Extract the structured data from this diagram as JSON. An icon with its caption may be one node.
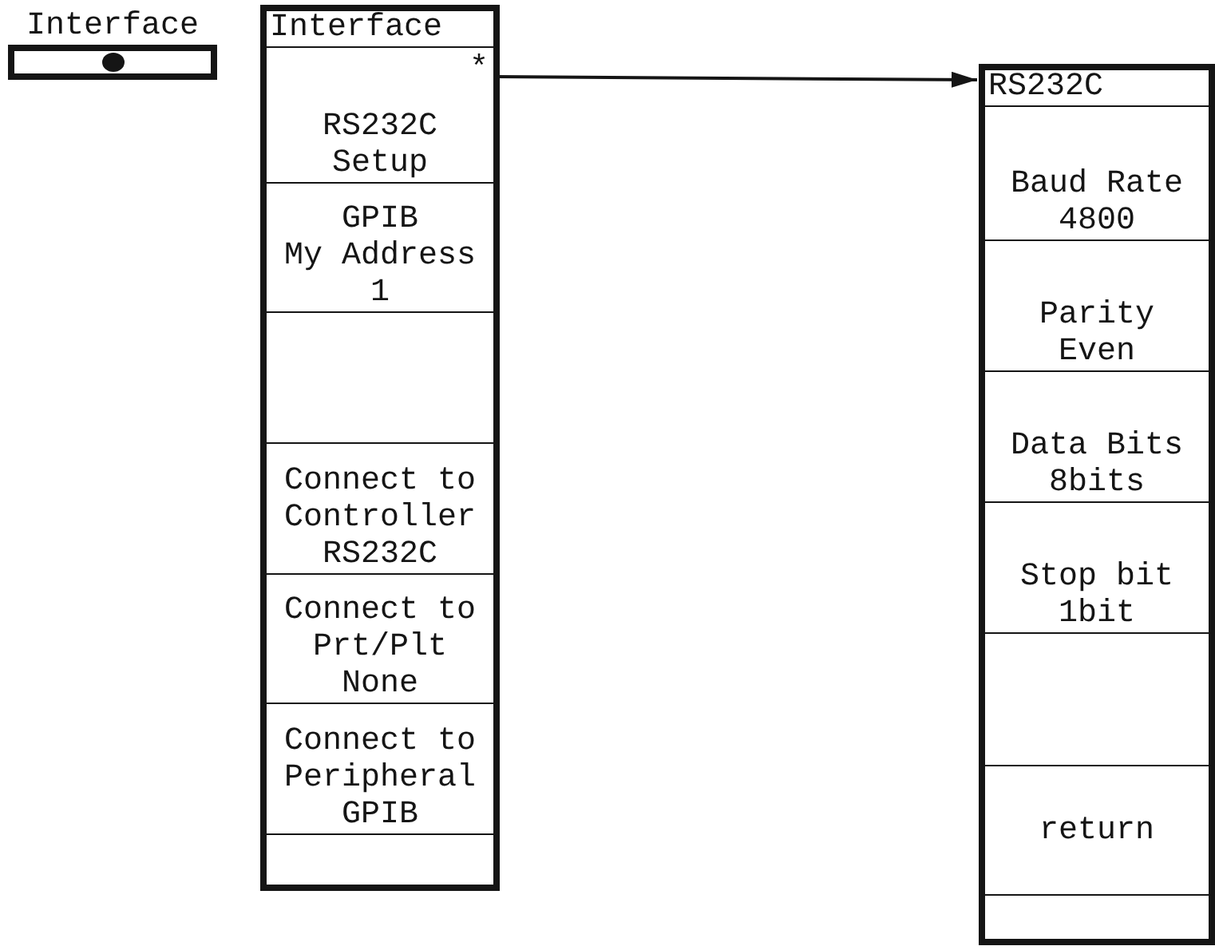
{
  "diagram": {
    "nodes": [
      {
        "text": [
          "Interface"
        ]
      },
      {
        "text": [
          "Interface"
        ]
      },
      {
        "text": [
          "*",
          "RS232C Setup"
        ],
        "in": 1
      },
      {
        "text": [
          "GPIB",
          "My Address",
          "1"
        ],
        "in": 1
      },
      {
        "text": [],
        "shape": "box",
        "in": 1
      },
      {
        "text": [
          "Connect to Controller",
          "RS232C"
        ],
        "in": 1
      },
      {
        "text": [
          "Connect to Prt/Plt",
          "None"
        ],
        "in": 1
      },
      {
        "text": [
          "Connect to Peripheral",
          "GPIB"
        ],
        "in": 1
      },
      {
        "text": [
          "RS232C"
        ]
      },
      {
        "text": [
          "Baud Rate",
          "4800"
        ],
        "in": 8
      },
      {
        "text": [
          "Parity",
          "Even"
        ],
        "in": 8
      },
      {
        "text": [
          "Data Bits",
          "8bits"
        ],
        "in": 8
      },
      {
        "text": [
          "Stop bit",
          "1bit"
        ],
        "in": 8
      },
      {
        "text": [],
        "shape": "box",
        "in": 8
      },
      {
        "text": [
          "return"
        ],
        "in": 8
      }
    ],
    "edges": [
      {
        "from": 2,
        "to": 8,
        "arrow": "to"
      }
    ]
  }
}
